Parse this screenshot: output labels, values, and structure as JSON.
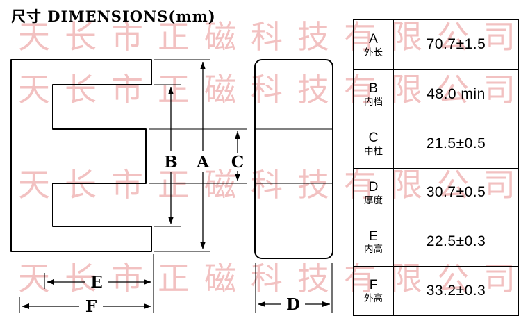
{
  "title": "尺寸 DIMENSIONS(mm)",
  "watermark": {
    "text": "天长市正磁科技有限公司",
    "color": "#e89090"
  },
  "dims": {
    "A": "A",
    "B": "B",
    "C": "C",
    "D": "D",
    "E": "E",
    "F": "F"
  },
  "table": {
    "rows": [
      {
        "letter": "A",
        "name": "外长",
        "value": "70.7±1.5"
      },
      {
        "letter": "B",
        "name": "内档",
        "value": "48.0 min"
      },
      {
        "letter": "C",
        "name": "中柱",
        "value": "21.5±0.5"
      },
      {
        "letter": "D",
        "name": "厚度",
        "value": "30.7±0.5"
      },
      {
        "letter": "E",
        "name": "内高",
        "value": "22.5±0.3"
      },
      {
        "letter": "F",
        "name": "外高",
        "value": "33.2±0.3"
      }
    ]
  }
}
